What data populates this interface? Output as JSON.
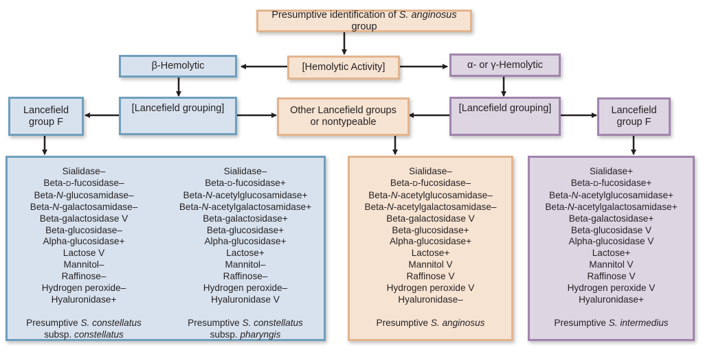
{
  "nodes": {
    "root": {
      "prefix": "Presumptive identification of ",
      "italic": "S. anginosus",
      "suffix": " group"
    },
    "hemolytic_activity": "[Hemolytic Activity]",
    "beta_hemolytic": "β-Hemolytic",
    "alpha_gamma_hemolytic": "α- or γ-Hemolytic",
    "lancefield_grouping_left": "[Lancefield grouping]",
    "lancefield_grouping_right": "[Lancefield grouping]",
    "lancefield_group_f_left": {
      "line1": "Lancefield",
      "line2": "group F"
    },
    "lancefield_group_f_right": {
      "line1": "Lancefield",
      "line2": "group F"
    },
    "other_groups": {
      "line1": "Other Lancefield groups",
      "line2": "or nontypeable"
    }
  },
  "results": {
    "constellatus_constellatus": {
      "tests": [
        {
          "pre": "Sialidase–"
        },
        {
          "pre": "Beta-",
          "sc": "D",
          "post": "-fucosidase–"
        },
        {
          "pre": "Beta-",
          "it": "N",
          "post": "-glucosamidase–"
        },
        {
          "pre": "Beta-",
          "it": "N",
          "post": "-galactosamidase–"
        },
        {
          "pre": "Beta-galactosidase V"
        },
        {
          "pre": "Beta-glucosidase–"
        },
        {
          "pre": "Alpha-glucosidase+"
        },
        {
          "pre": "Lactose V"
        },
        {
          "pre": "Mannitol–"
        },
        {
          "pre": "Raffinose–"
        },
        {
          "pre": "Hydrogen peroxide–"
        },
        {
          "pre": "Hyaluronidase+"
        }
      ],
      "conclusion": {
        "prefix": "Presumptive ",
        "species": "S. constellatus",
        "subsp_label": "subsp. ",
        "subsp": "constellatus"
      }
    },
    "constellatus_pharyngis": {
      "tests": [
        {
          "pre": "Sialidase–"
        },
        {
          "pre": "Beta-",
          "sc": "D",
          "post": "-fucosidase+"
        },
        {
          "pre": "Beta-",
          "it": "N",
          "post": "-acetylglucosamidase+"
        },
        {
          "pre": "Beta-",
          "it": "N",
          "post": "-acetylgalactosamidase+"
        },
        {
          "pre": "Beta-galactosidase+"
        },
        {
          "pre": "Beta-glucosidase+"
        },
        {
          "pre": "Alpha-glucosidase+"
        },
        {
          "pre": "Lactose+"
        },
        {
          "pre": "Mannitol–"
        },
        {
          "pre": "Raffinose–"
        },
        {
          "pre": "Hydrogen peroxide–"
        },
        {
          "pre": "Hyaluronidase V"
        }
      ],
      "conclusion": {
        "prefix": "Presumptive ",
        "species": "S. constellatus",
        "subsp_label": "subsp. ",
        "subsp": "pharyngis"
      }
    },
    "anginosus": {
      "tests": [
        {
          "pre": "Sialidase–"
        },
        {
          "pre": "Beta-",
          "sc": "D",
          "post": "-fucosidase–"
        },
        {
          "pre": "Beta-",
          "it": "N",
          "post": "-acetylglucosamidase–"
        },
        {
          "pre": "Beta-",
          "it": "N",
          "post": "-acetylgalactosamidase–"
        },
        {
          "pre": "Beta-galactosidase V"
        },
        {
          "pre": "Beta-glucosidase+"
        },
        {
          "pre": "Alpha-glucosidase+"
        },
        {
          "pre": "Lactose+"
        },
        {
          "pre": "Mannitol V"
        },
        {
          "pre": "Raffinose V"
        },
        {
          "pre": "Hydrogen peroxide V"
        },
        {
          "pre": "Hyaluronidase–"
        }
      ],
      "conclusion": {
        "prefix": "Presumptive ",
        "species": "S. anginosus"
      }
    },
    "intermedius": {
      "tests": [
        {
          "pre": "Sialidase+"
        },
        {
          "pre": "Beta-",
          "sc": "D",
          "post": "-fucosidase+"
        },
        {
          "pre": "Beta-",
          "it": "N",
          "post": "-acetylglucosamidase+"
        },
        {
          "pre": "Beta-",
          "it": "N",
          "post": "-acetylgalactosamidase+"
        },
        {
          "pre": "Beta-galactosidase+"
        },
        {
          "pre": "Beta-glucosidase V"
        },
        {
          "pre": "Alpha-glucosidase V"
        },
        {
          "pre": "Lactose+"
        },
        {
          "pre": "Mannitol V"
        },
        {
          "pre": "Raffinose V"
        },
        {
          "pre": "Hydrogen peroxide V"
        },
        {
          "pre": "Hyaluronidase+"
        }
      ],
      "conclusion": {
        "prefix": "Presumptive ",
        "species": "S. intermedius"
      }
    }
  },
  "colors": {
    "tan_fill": "#f6e3d2",
    "tan_border": "#e3b48d",
    "blue_fill": "#d8e2ee",
    "blue_border": "#6f9fbd",
    "purple_fill": "#ded5e3",
    "purple_border": "#a184ad",
    "arrow": "#231f20"
  }
}
